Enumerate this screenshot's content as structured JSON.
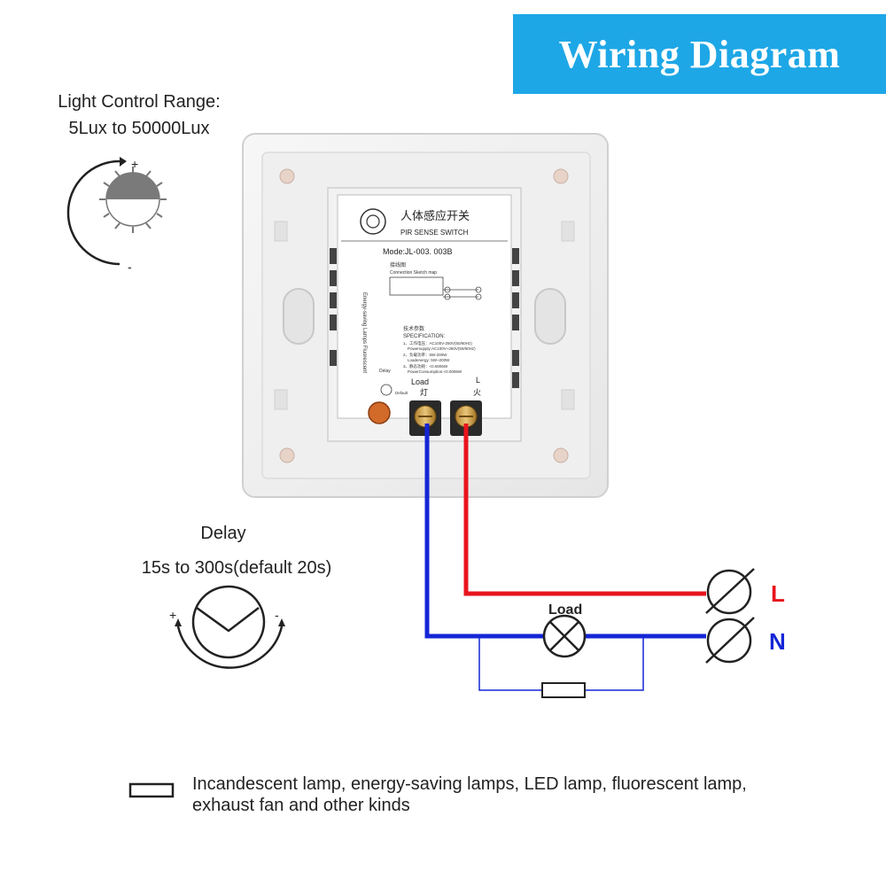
{
  "header": {
    "title": "Wiring Diagram"
  },
  "light_control": {
    "label": "Light Control Range:",
    "range": "5Lux to 50000Lux",
    "plus": "+",
    "minus": "-"
  },
  "delay": {
    "label": "Delay",
    "range": "15s to 300s(default 20s)",
    "plus": "+",
    "minus": "-"
  },
  "switch_label": {
    "title_cn": "人体感应开关",
    "title_en": "PIR SENSE SWITCH",
    "model": "Mode:JL-003. 003B",
    "map_cn": "接线图",
    "map_en": "Connection Sketch map",
    "spec_cn": "技术参数",
    "spec_en": "SPECIFICATION:",
    "spec_1": "1、工作电压：AC100V-250V(50/60Hz)",
    "spec_1b": "Powersupply:AC100V~250V(50/60Hz)",
    "spec_2": "2、负载功率：5W-200W",
    "spec_2b": "Loadenergy: 5W~200W",
    "spec_3": "3、静态功耗：<0.0006W",
    "spec_3b": "PowerConsumption:<0.0006W",
    "side_text": "Energy-saving Lamps  Fluorescent",
    "load_en": "Load",
    "load_cn": "灯",
    "l_en": "L",
    "l_cn": "火",
    "delay_small": "Delay",
    "default_small": "Default"
  },
  "circuit": {
    "load_label": "Load",
    "line_label": "L",
    "neutral_label": "N"
  },
  "colors": {
    "live": "#e8141d",
    "neutral": "#1426d6",
    "banner": "#1ea7e6"
  },
  "legend": {
    "text_line1": "Incandescent lamp, energy-saving lamps, LED lamp, fluorescent lamp,",
    "text_line2": "exhaust fan and other kinds"
  }
}
